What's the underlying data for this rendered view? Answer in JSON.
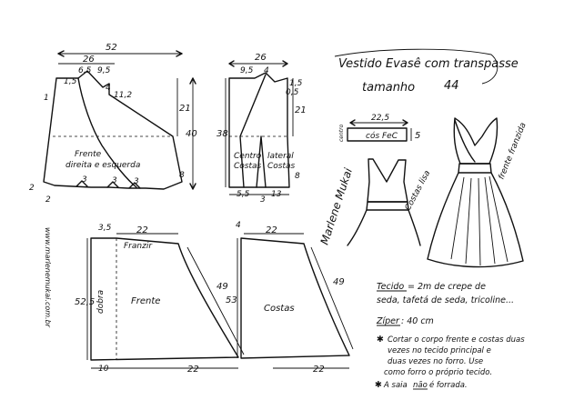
{
  "title": {
    "line1": "Vestido Evasê com transpasse",
    "size_label": "tamanho",
    "size_value": "44"
  },
  "bodice_front": {
    "width": "52",
    "half_width": "26",
    "neck_a": "6,5",
    "neck_b": "9,5",
    "top_left": "1,5",
    "strap": "4",
    "slope": "11,2",
    "side_height": "21",
    "full_height": "40",
    "small_height": "8",
    "hem_left": "2",
    "hem_tick": "2",
    "dart_a": "3",
    "dart_b": "3",
    "dart_c": "3",
    "label1": "Frente",
    "label2": "direita e esquerda"
  },
  "bodice_back": {
    "width": "26",
    "neck_a": "9,5",
    "neck_b": "4",
    "top_right": "1,5",
    "right_small": "0,5",
    "side_height": "21",
    "full_height": "38",
    "small_height": "8",
    "bottom_a": "5,5",
    "bottom_b": "13",
    "dart": "3",
    "center_label1": "Centro",
    "center_label2": "Costas",
    "side_label1": "lateral",
    "side_label2": "Costas"
  },
  "skirt_front": {
    "top_offset": "3,5",
    "top_width": "22",
    "gather_label": "Franzir",
    "height": "52,5",
    "side": "49",
    "fold_label": "dobra",
    "label": "Frente",
    "bottom_left": "10",
    "bottom_right": "22"
  },
  "skirt_back": {
    "top_offset": "4",
    "top_width": "22",
    "height": "53",
    "side": "49",
    "label": "Costas",
    "bottom_right": "22"
  },
  "waistband": {
    "length": "22,5",
    "height": "5",
    "center_label": "cós FeC",
    "side_label": "centro"
  },
  "sketch": {
    "signature": "Marlene Mukai",
    "back_label": "Costas lisa",
    "front_label": "frente franzida"
  },
  "watermark": "www.marlenemukai.com.br",
  "notes": {
    "fabric_label": "Tecido",
    "fabric_line1": "= 2m  de crepe de",
    "fabric_line2": "seda, tafetá de seda, tricoline...",
    "zipper_label": "Zíper",
    "zipper_value": ": 40 cm",
    "cut_line1": "Cortar o corpo frente e costas duas",
    "cut_line2": "vezes no tecido principal e",
    "cut_line3": "duas vezes no forro. Use",
    "cut_line4": "como forro o próprio tecido.",
    "lining_prefix": "A saia",
    "lining_not": "não",
    "lining_suffix": "é forrada."
  }
}
